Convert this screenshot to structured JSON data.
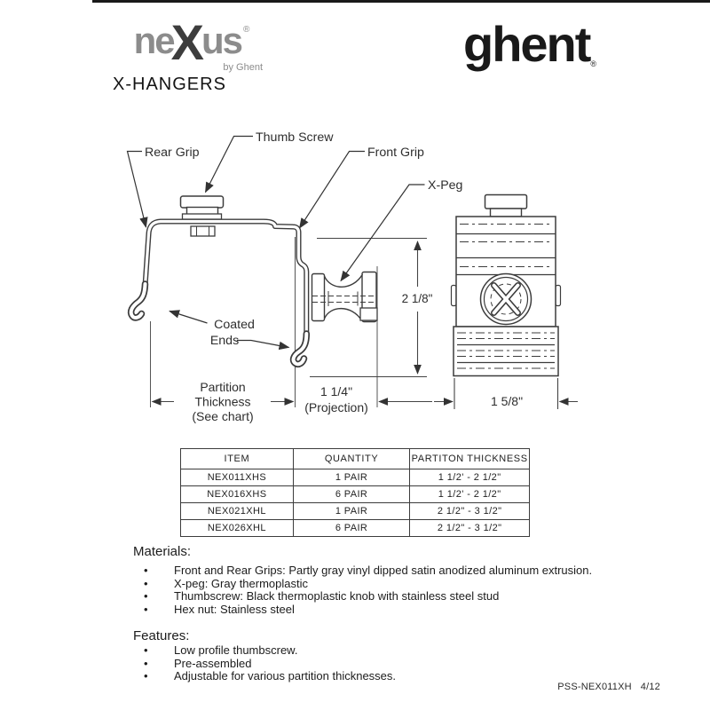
{
  "header": {
    "nexus_logo": {
      "ne": "ne",
      "x": "X",
      "us": "us",
      "registered": "®",
      "byline": "by Ghent"
    },
    "product_title": "X-HANGERS",
    "ghent_logo": {
      "text": "ghent",
      "registered": "®"
    }
  },
  "diagram": {
    "labels": {
      "rear_grip": "Rear Grip",
      "thumb_screw": "Thumb Screw",
      "front_grip": "Front Grip",
      "x_peg": "X-Peg",
      "coated_line1": "Coated",
      "coated_line2": "Ends"
    },
    "dimensions": {
      "height": "2 1/8\"",
      "projection_value": "1 1/4\"",
      "projection_caption": "(Projection)",
      "partition_line1": "Partition",
      "partition_line2": "Thickness",
      "partition_line3": "(See chart)",
      "width": "1 5/8\""
    }
  },
  "table": {
    "headers": [
      "ITEM",
      "QUANTITY",
      "PARTITON THICKNESS"
    ],
    "rows": [
      {
        "item": "NEX011XHS",
        "quantity": "1 PAIR",
        "thickness": "1 1/2' - 2 1/2\""
      },
      {
        "item": "NEX016XHS",
        "quantity": "6 PAIR",
        "thickness": "1 1/2' - 2 1/2\""
      },
      {
        "item": "NEX021XHL",
        "quantity": "1 PAIR",
        "thickness": "2 1/2\" - 3 1/2\""
      },
      {
        "item": "NEX026XHL",
        "quantity": "6 PAIR",
        "thickness": "2 1/2\" - 3 1/2\""
      }
    ]
  },
  "materials": {
    "heading": "Materials:",
    "items": [
      "Front and Rear Grips: Partly gray vinyl dipped satin anodized aluminum extrusion.",
      "X-peg: Gray thermoplastic",
      "Thumbscrew: Black thermoplastic knob with stainless steel stud",
      "Hex nut: Stainless steel"
    ]
  },
  "features": {
    "heading": "Features:",
    "items": [
      "Low profile thumbscrew.",
      "Pre-assembled",
      "Adjustable for various partition thicknesses."
    ]
  },
  "footer": {
    "doc_number": "PSS-NEX011XH",
    "revision": "4/12"
  }
}
